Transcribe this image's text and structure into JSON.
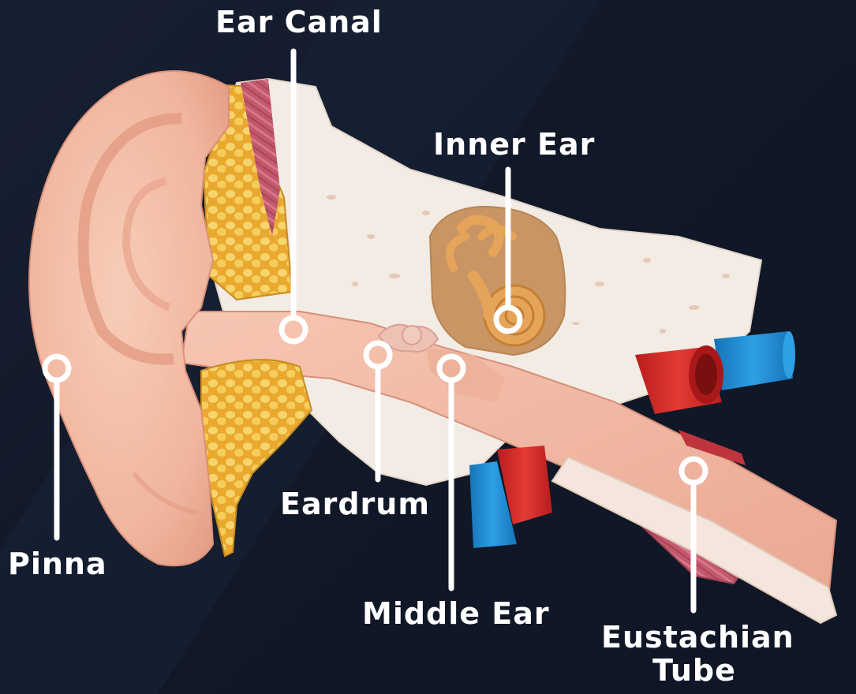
{
  "labels": {
    "ear_canal": "Ear Canal",
    "inner_ear": "Inner Ear",
    "eardrum": "Eardrum",
    "pinna": "Pinna",
    "middle_ear": "Middle Ear",
    "eustachian_line1": "Eustachian",
    "eustachian_line2": "Tube"
  },
  "colors": {
    "background": "#121a2b",
    "skin": "#f1b9a3",
    "bone": "#f3ede6",
    "fat": "#f2c14e",
    "muscle": "#c85a6e",
    "artery": "#d42a2a",
    "vein": "#1e88d2",
    "cochlea": "#e0a052",
    "marker": "#ffffff"
  }
}
